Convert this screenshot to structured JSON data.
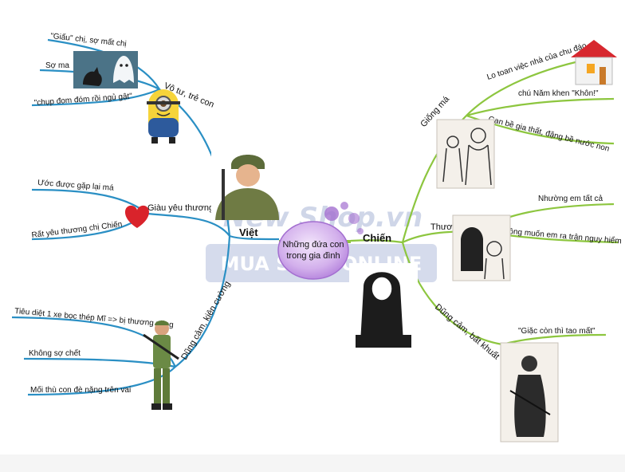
{
  "center": {
    "line1": "Những đứa con",
    "line2": "trong gia đình"
  },
  "viet": {
    "name": "Việt",
    "branches": {
      "carefree": {
        "label": "Vô tư, trẻ con",
        "leaves": [
          "\"Giấu\" chị, sợ mất chị",
          "Sợ ma",
          "\"chụp đom đóm rồi ngủ gật\""
        ]
      },
      "love": {
        "label": "Giàu yêu thương",
        "leaves": [
          "Ước được gặp lại má",
          "Rất yêu thương chị Chiến"
        ]
      },
      "brave": {
        "label": "Dũng cảm, kiên cường",
        "leaves": [
          "Tiêu diệt 1 xe bọc thép Mĩ => bị thương nặng",
          "Không sợ chết",
          "Mối thù con đè nặng trên vai"
        ]
      }
    }
  },
  "chien": {
    "name": "Chiến",
    "branches": {
      "likemom": {
        "label": "Giống má",
        "leaves": [
          "Lo toan việc nhà của chu đáo",
          "chú Năm khen \"Khôn!\"",
          "Gan bề gia thất, đặng bề nước non"
        ]
      },
      "lovesbrother": {
        "label": "Thương em",
        "leaves": [
          "Nhường em tất cả",
          "Không muốn em ra trận nguy hiểm"
        ]
      },
      "brave": {
        "label": "Dũng cảm, bất khuất",
        "leaves": [
          "\"Giặc còn thì tao mất\""
        ]
      }
    }
  },
  "watermark": {
    "line1": "New Shop.vn",
    "line2": "MUA SÁCH ONLINE"
  },
  "colors": {
    "viet_branch": "#2a8fc4",
    "chien_branch": "#8dc63f",
    "center_bubble": "#c9a3e6",
    "heart": "#d9232b"
  }
}
